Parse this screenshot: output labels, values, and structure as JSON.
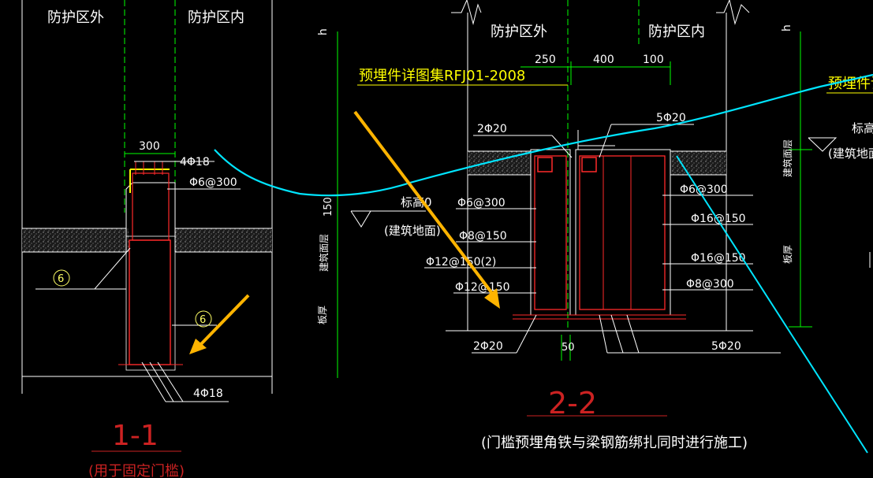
{
  "colors": {
    "background": "#000000",
    "line_white": "#ffffff",
    "line_green": "#00ff00",
    "rebar_red": "#ff2a2a",
    "title_red": "#cc2222",
    "note_yellow": "#ffff00",
    "text_white": "#ffffff",
    "hatch_grey": "#a0a0a0",
    "tag_yellow": "#ffff66",
    "annotation_cyan": "#00e5ff",
    "arrow_orange": "#ffb400"
  },
  "section_1": {
    "zone_outside": "防护区外",
    "zone_inside": "防护区内",
    "dim_width": "300",
    "top_rebar": "4Φ18",
    "stirrup": "Φ6@300",
    "bottom_rebar": "4Φ18",
    "tag_a": "6",
    "tag_b": "6",
    "dim_height": "150",
    "label_floor": "建筑面层",
    "label_slab": "板厚",
    "elevation_mark": "标高0",
    "elevation_note": "(建筑地面)",
    "title": "1-1",
    "subtitle": "(用于固定门槛)"
  },
  "section_2": {
    "zone_outside": "防护区外",
    "zone_inside": "防护区内",
    "h_mark": "h",
    "note_embedded": "预埋件详图集RFJ01-2008",
    "dim_a": "250",
    "dim_b": "400",
    "dim_c": "100",
    "top_left_rebar": "2Φ20",
    "top_right_rebar": "5Φ20",
    "left_1": "Φ6@300",
    "left_2": "Φ8@150",
    "left_3": "Φ12@150(2)",
    "left_4": "Φ12@150",
    "right_1": "Φ6@300",
    "right_2": "Φ16@150",
    "right_3": "Φ16@150",
    "right_4": "Φ8@300",
    "bottom_left_rebar": "2Φ20",
    "bottom_right_rebar": "5Φ20",
    "dim_gap": "50",
    "label_floor": "建筑面层",
    "label_slab": "板厚",
    "title": "2-2",
    "subtitle": "(门槛预埋角铁与梁钢筋绑扎同时进行施工)"
  },
  "right_partial": {
    "note_embedded": "预埋件详",
    "elevation_mark": "标高",
    "elevation_note": "(建筑地面",
    "h_mark": "h"
  }
}
